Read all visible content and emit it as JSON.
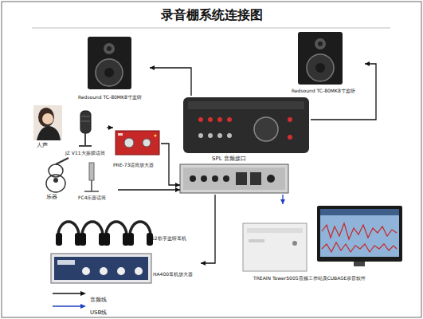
{
  "diagram": {
    "title": "录音棚系统连接图",
    "nodes": [
      {
        "text": [
          "Redsound TC-80MK8寸监听"
        ]
      },
      {
        "text": [
          "Redsound TC-80MK8寸监听"
        ]
      },
      {
        "text": [
          "人声"
        ]
      },
      {
        "text": [
          "JZ V11大振膜话筒"
        ]
      },
      {
        "text": [
          "PRE-73话筒放大器"
        ]
      },
      {
        "text": [
          "SPL 音频接口"
        ]
      },
      {
        "text": [
          "乐器"
        ]
      },
      {
        "text": [
          "FC4乐器话筒"
        ]
      },
      {
        "text": [
          "K52歌手监听耳机"
        ]
      },
      {
        "text": [
          "HA400耳机放大器"
        ]
      },
      {
        "text": [
          "TREAIN Tower500S音频工作站及CUBASE录音软件"
        ]
      }
    ],
    "edges": [
      {
        "from": 3,
        "to": 4,
        "arrow": "to"
      },
      {
        "from": 4,
        "to": 5,
        "arrow": "to"
      },
      {
        "from": 7,
        "to": 5,
        "arrow": "to"
      },
      {
        "from": 5,
        "to": 0,
        "arrow": "to"
      },
      {
        "from": 5,
        "to": 1,
        "arrow": "to"
      },
      {
        "from": 5,
        "to": 9,
        "arrow": "to"
      },
      {
        "from": 5,
        "to": 10,
        "arrow": "to"
      }
    ],
    "legend": [
      {
        "text": "音频线"
      },
      {
        "text": "USB线"
      }
    ]
  }
}
